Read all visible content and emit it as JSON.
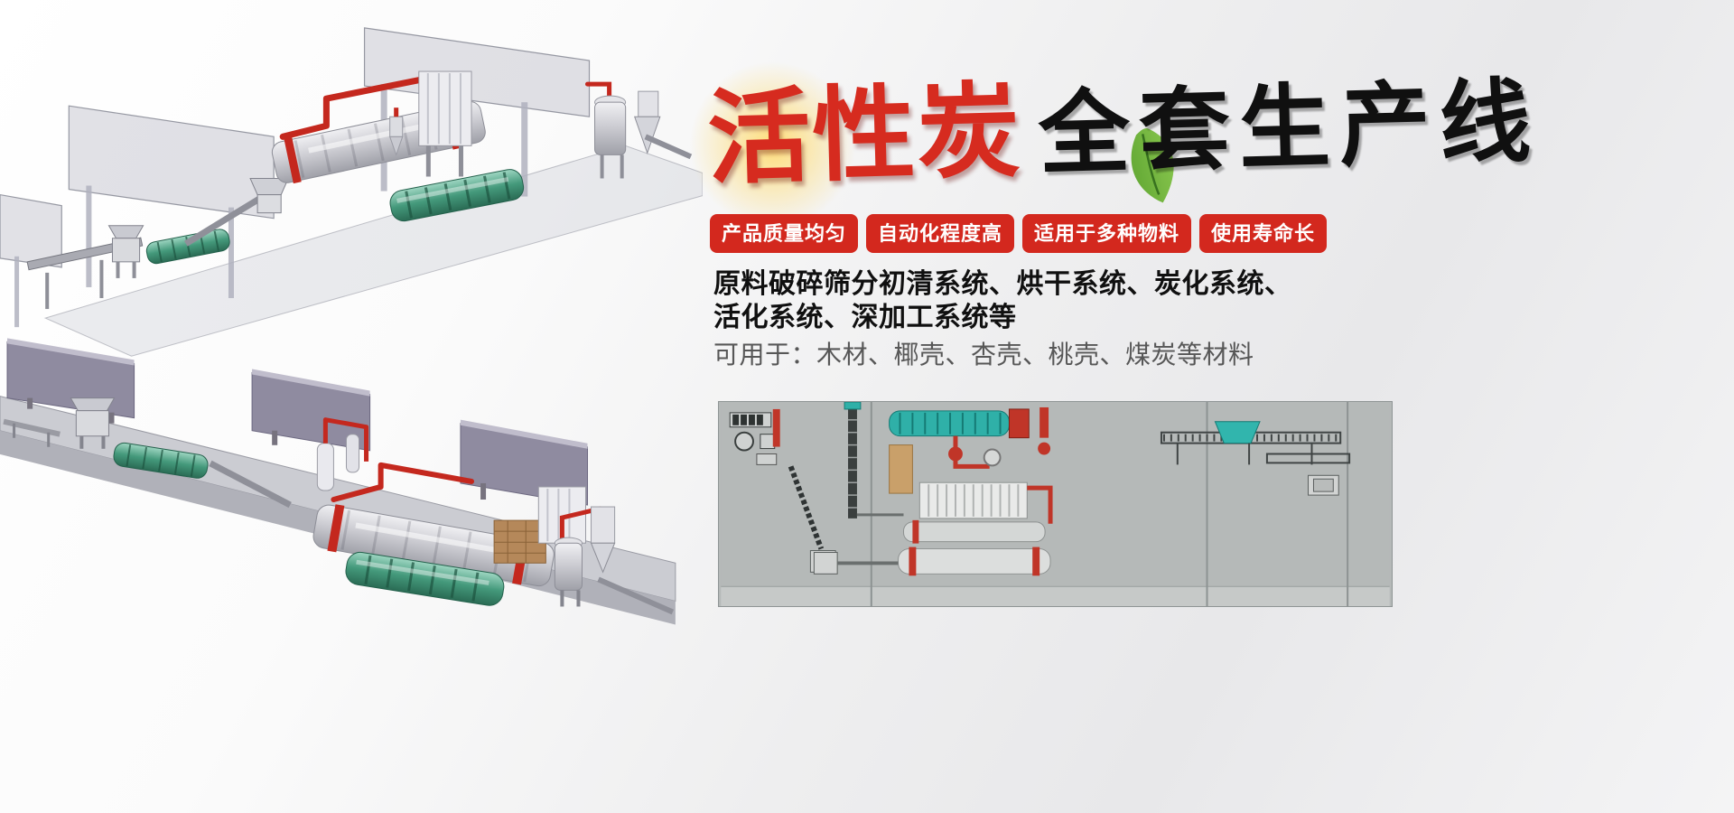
{
  "hero": {
    "title_red": "活性炭",
    "title_black": "全套生产线"
  },
  "badges": {
    "items": [
      {
        "label": "产品质量均匀"
      },
      {
        "label": "自动化程度高"
      },
      {
        "label": "适用于多种物料"
      },
      {
        "label": "使用寿命长"
      }
    ]
  },
  "description": {
    "line1": "原料破碎筛分初清系统、烘干系统、炭化系统、",
    "line2": "活化系统、深加工系统等",
    "materials": "可用于：木材、椰壳、杏壳、桃壳、煤炭等材料"
  },
  "colors": {
    "title_red": "#d62b1f",
    "title_black": "#101010",
    "badge_red": "#d3281e",
    "pipe_red": "#c4281e",
    "machine_teal": "#2fb0a8",
    "drum_gray": "#cdcdd3",
    "wall_purple": "#8f8ba0",
    "layout_panel_gray": "#b5b9b8",
    "leaf_green": "#5fae27"
  },
  "illustrations": {
    "top_left_render": "isometric-production-line-with-elevated-gallery",
    "bottom_left_render": "isometric-production-line-on-floor-slab",
    "bottom_right_panel": "production-line-top-view-layout"
  }
}
